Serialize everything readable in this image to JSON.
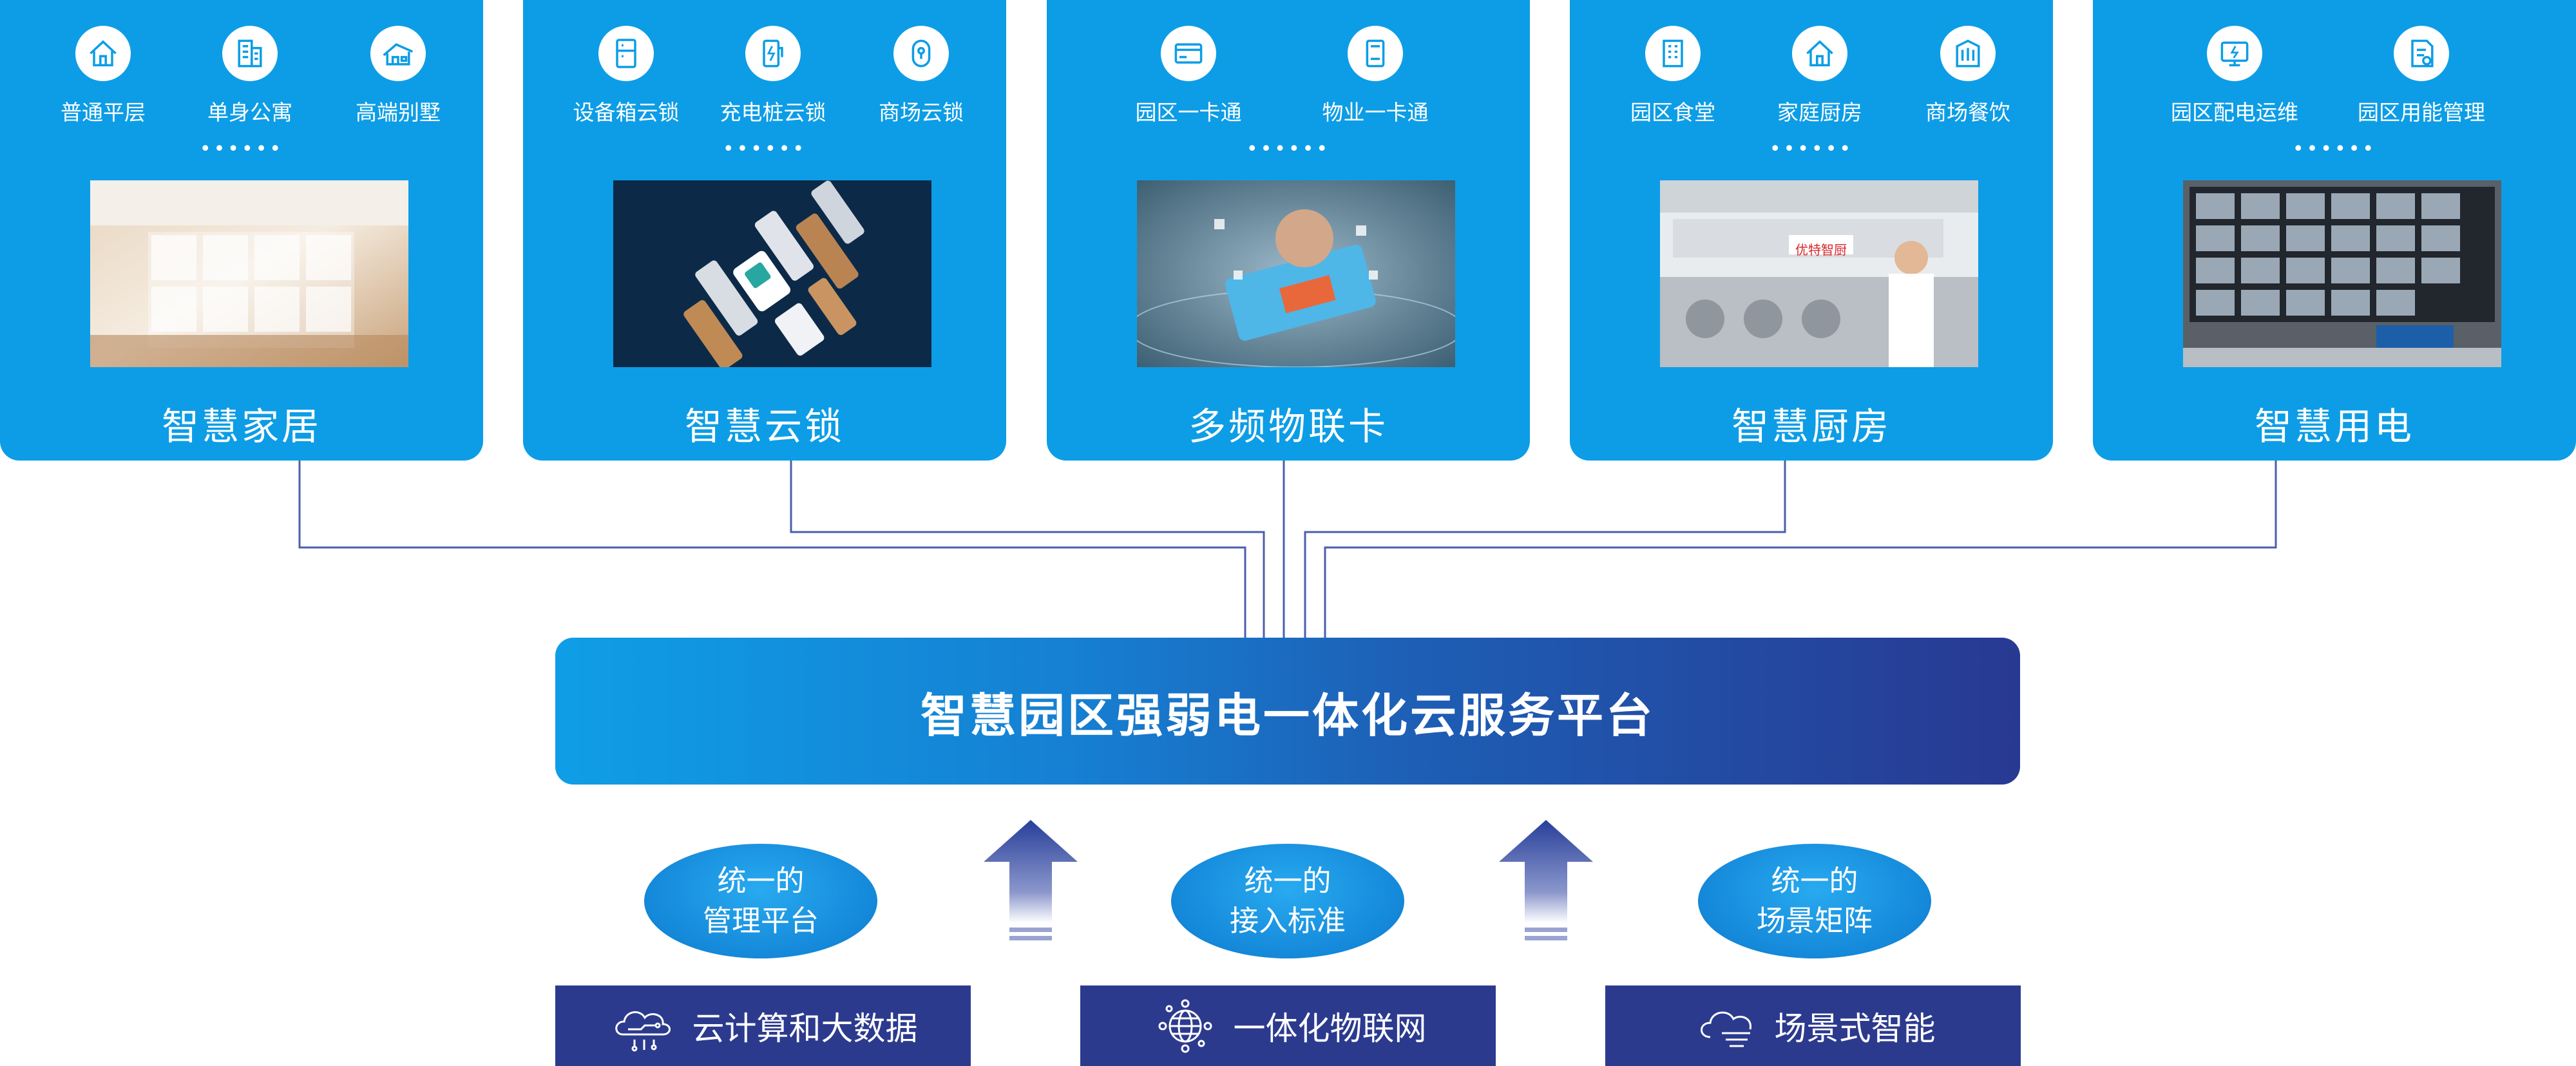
{
  "cards": [
    {
      "title": "智慧家居",
      "services": [
        {
          "icon": "house-icon",
          "label": "普通平层"
        },
        {
          "icon": "building-icon",
          "label": "单身公寓"
        },
        {
          "icon": "villa-icon",
          "label": "高端别墅"
        }
      ],
      "dots": "••••••"
    },
    {
      "title": "智慧云锁",
      "services": [
        {
          "icon": "cabinet-icon",
          "label": "设备箱云锁"
        },
        {
          "icon": "charger-icon",
          "label": "充电桩云锁"
        },
        {
          "icon": "padlock-icon",
          "label": "商场云锁"
        }
      ],
      "dots": "••••••"
    },
    {
      "title": "多频物联卡",
      "services": [
        {
          "icon": "card-icon",
          "label": "园区一卡通"
        },
        {
          "icon": "id-card-icon",
          "label": "物业一卡通"
        }
      ],
      "dots": "••••••"
    },
    {
      "title": "智慧厨房",
      "services": [
        {
          "icon": "canteen-building-icon",
          "label": "园区食堂"
        },
        {
          "icon": "home-kitchen-icon",
          "label": "家庭厨房"
        },
        {
          "icon": "mall-dining-icon",
          "label": "商场餐饮"
        }
      ],
      "dots": "••••••"
    },
    {
      "title": "智慧用电",
      "services": [
        {
          "icon": "power-monitor-icon",
          "label": "园区配电运维"
        },
        {
          "icon": "energy-doc-icon",
          "label": "园区用能管理"
        }
      ],
      "dots": "••••••"
    }
  ],
  "kitchen_photo_sign": "优特智厨",
  "platform": {
    "title": "智慧园区强弱电一体化云服务平台"
  },
  "pillars": [
    {
      "line1": "统一的",
      "line2": "管理平台"
    },
    {
      "line1": "统一的",
      "line2": "接入标准"
    },
    {
      "line1": "统一的",
      "line2": "场景矩阵"
    }
  ],
  "bases": [
    {
      "icon": "cloud-circuit-icon",
      "label": "云计算和大数据"
    },
    {
      "icon": "globe-network-icon",
      "label": "一体化物联网"
    },
    {
      "icon": "cloud-wind-icon",
      "label": "场景式智能"
    }
  ],
  "colors": {
    "card": "#0d9de6",
    "platform_start": "#0f9ee6",
    "platform_end": "#283992",
    "base": "#2c3a8e",
    "connector": "#4a5fae",
    "arrow": "#283f9a"
  }
}
